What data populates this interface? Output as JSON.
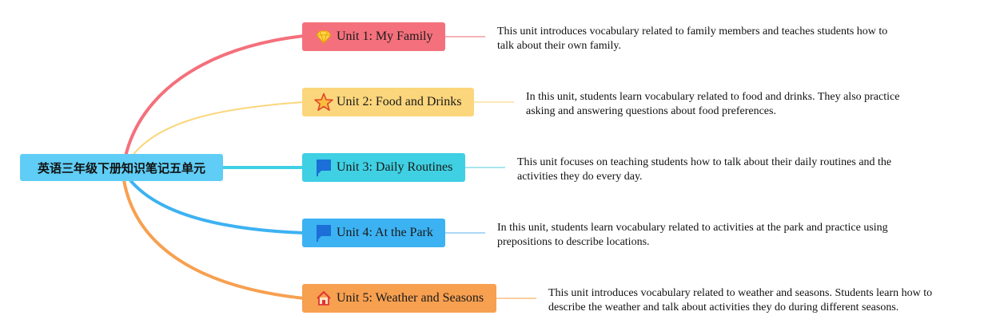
{
  "root": {
    "label": "英语三年级下册知识笔记五单元"
  },
  "colors": {
    "root": "#5fcdf5",
    "unit1": "#f4707c",
    "unit2": "#fcd67c",
    "unit3": "#3fd0e3",
    "unit4": "#3cb2f2",
    "unit5": "#f7a050"
  },
  "units": [
    {
      "label": "Unit 1: My Family",
      "icon": "diamond-icon",
      "note": "This unit introduces vocabulary related to family members and teaches students how to talk about their own family."
    },
    {
      "label": "Unit 2: Food and Drinks",
      "icon": "star-icon",
      "note": "In this unit, students learn vocabulary related to food and drinks. They also practice asking and answering questions about food preferences."
    },
    {
      "label": "Unit 3: Daily Routines",
      "icon": "flag-icon",
      "note": "This unit focuses on teaching students how to talk about their daily routines and the activities they do every day."
    },
    {
      "label": "Unit 4: At the Park",
      "icon": "flag-icon",
      "note": "In this unit, students learn vocabulary related to activities at the park and practice using prepositions to describe locations."
    },
    {
      "label": "Unit 5: Weather and Seasons",
      "icon": "home-icon",
      "note": "This unit introduces vocabulary related to weather and seasons. Students learn how to describe the weather and talk about activities they do during different seasons."
    }
  ]
}
